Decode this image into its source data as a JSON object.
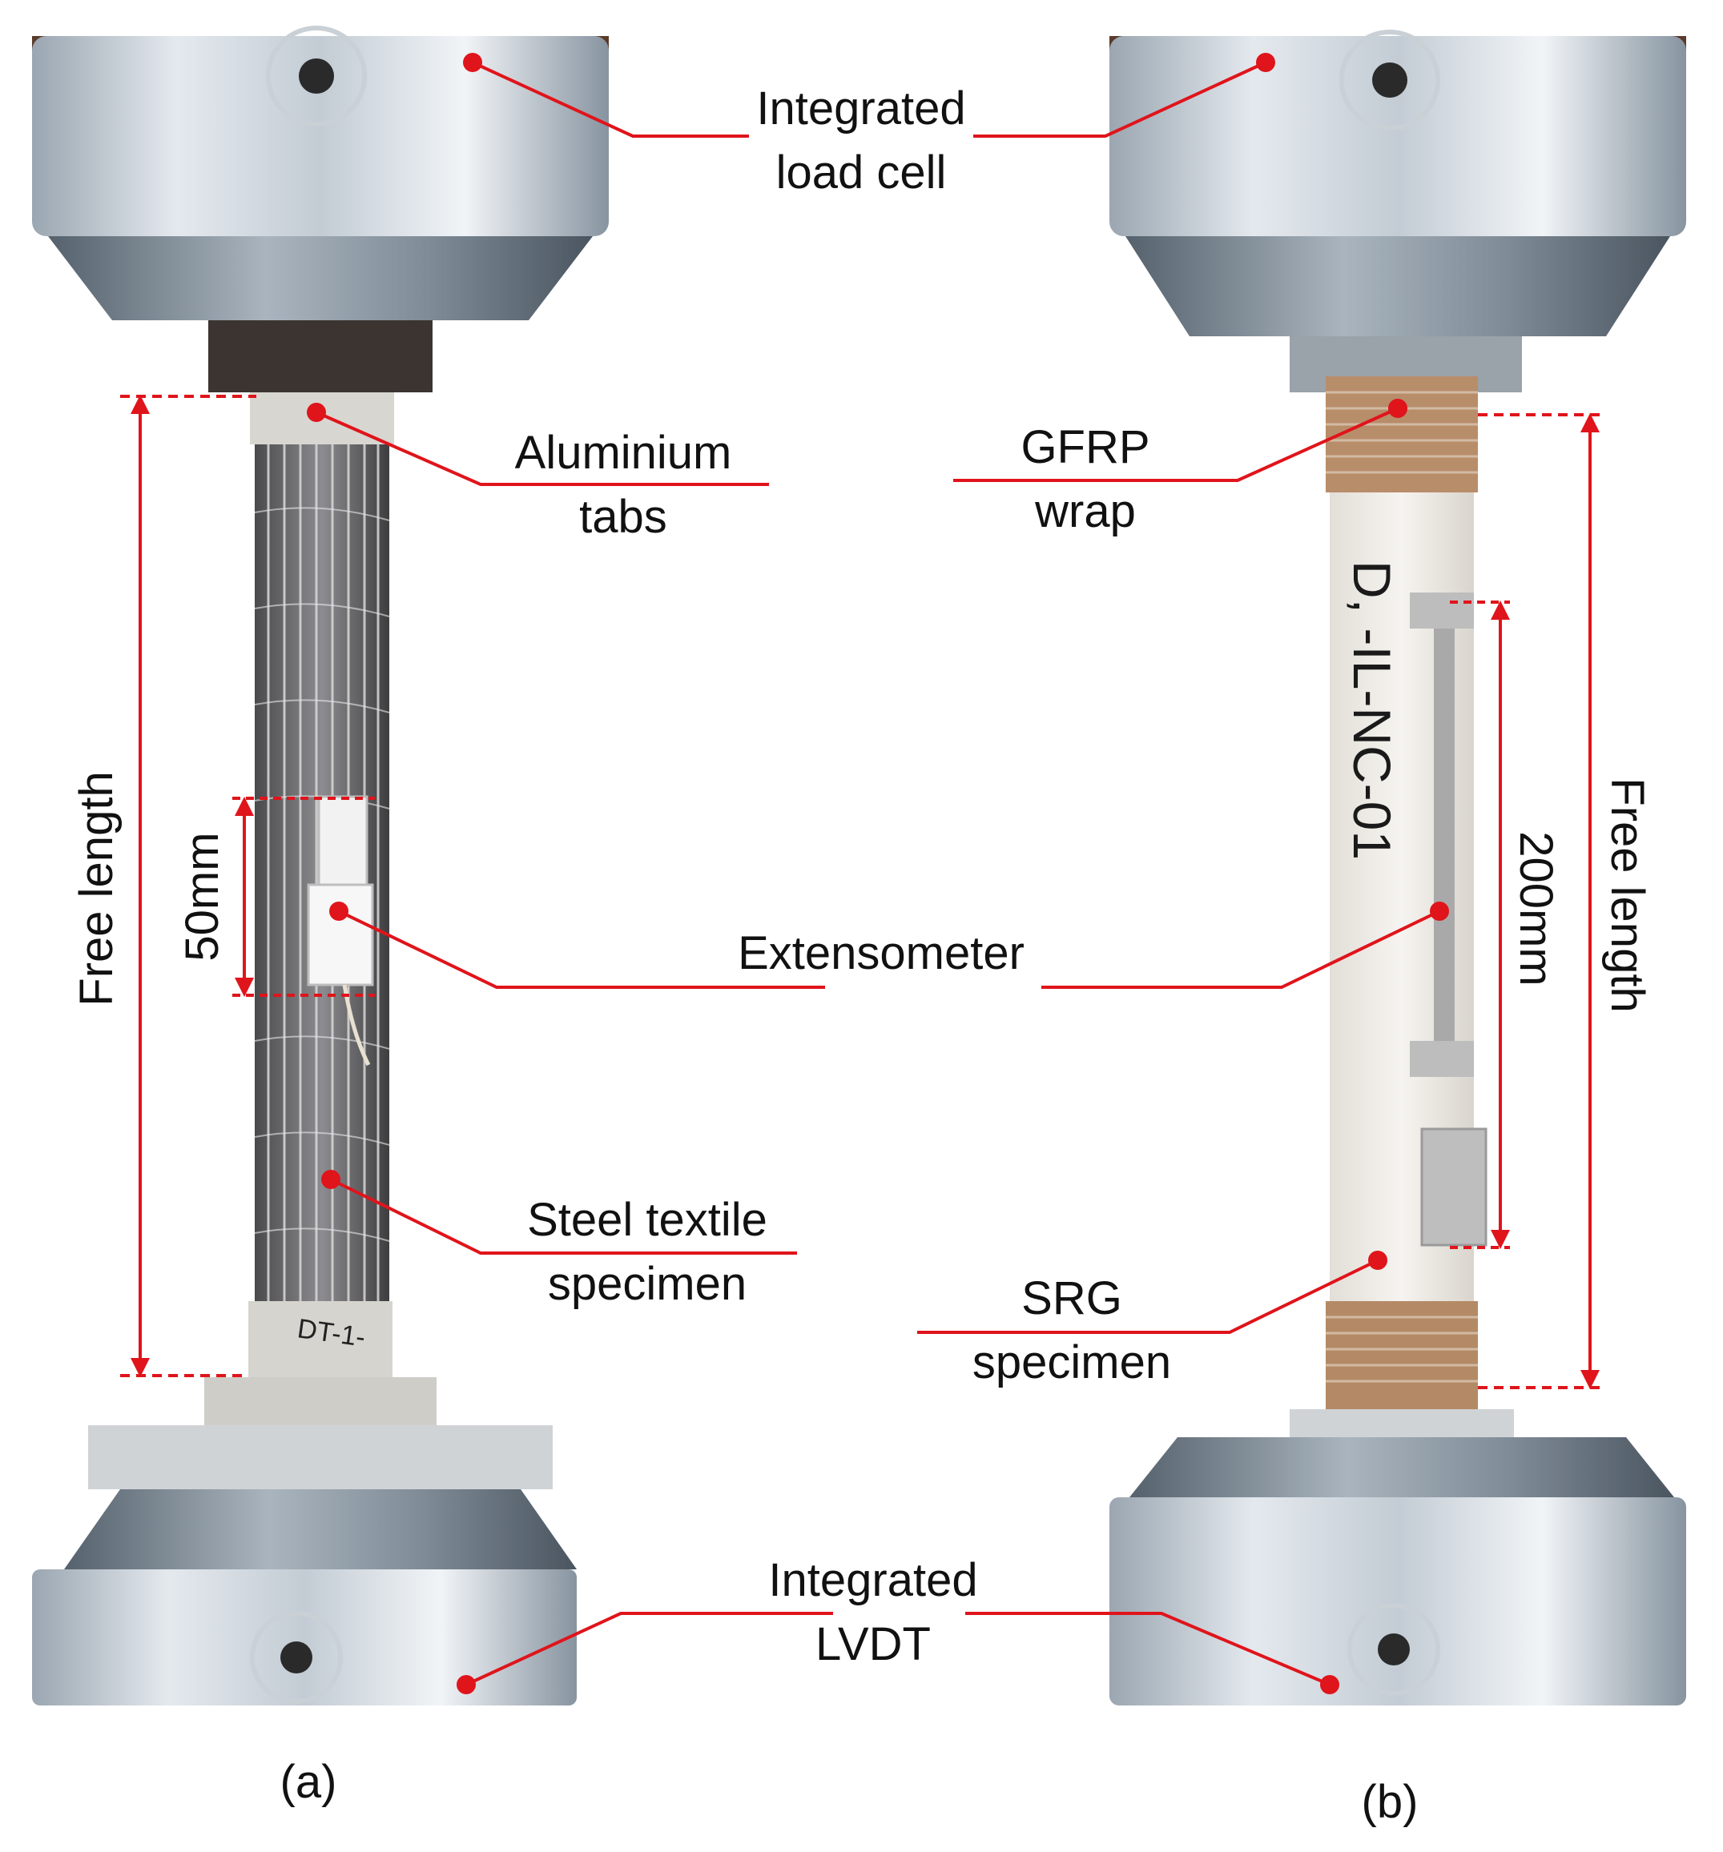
{
  "figure": {
    "labels": {
      "load_cell_line1": "Integrated",
      "load_cell_line2": "load cell",
      "alu_line1": "Aluminium",
      "alu_line2": "tabs",
      "gfrp_line1": "GFRP",
      "gfrp_line2": "wrap",
      "extensometer": "Extensometer",
      "steel_line1": "Steel textile",
      "steel_line2": "specimen",
      "srg_line1": "SRG",
      "srg_line2": "specimen",
      "lvdt_line1": "Integrated",
      "lvdt_line2": "LVDT",
      "free_length_left": "Free length",
      "free_length_right": "Free length",
      "gauge_50": "50mm",
      "gauge_200": "200mm",
      "specimen_marking_a": "DT-1-",
      "specimen_marking_b": "D, -IL-NC-01"
    },
    "subfigures": [
      "(a)",
      "(b)"
    ],
    "colors": {
      "annotation": "#e0141b",
      "steel_light": "#dde3e9",
      "steel_dark": "#6e7c8a",
      "background_dark": "#3a2418",
      "mortar": "#ece9e3"
    }
  }
}
